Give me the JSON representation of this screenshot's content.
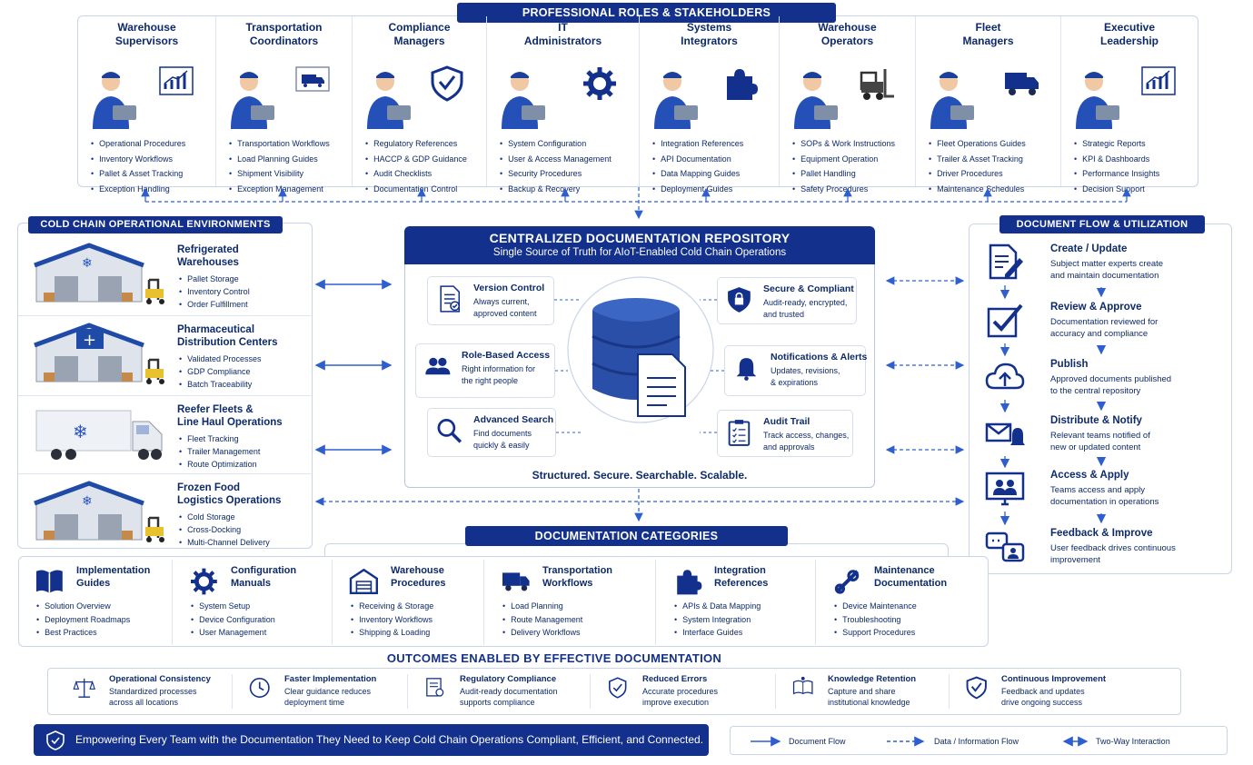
{
  "roles_section": {
    "title": "PROFESSIONAL ROLES & STAKEHOLDERS",
    "roles": [
      {
        "name": "Warehouse\nSupervisors",
        "icon": "chart-icon",
        "items": [
          "Operational Procedures",
          "Inventory Workflows",
          "Pallet & Asset Tracking",
          "Exception Handling"
        ]
      },
      {
        "name": "Transportation\nCoordinators",
        "icon": "truck-screen-icon",
        "items": [
          "Transportation Workflows",
          "Load Planning Guides",
          "Shipment Visibility",
          "Exception Management"
        ]
      },
      {
        "name": "Compliance\nManagers",
        "icon": "shield-check-icon",
        "items": [
          "Regulatory References",
          "HACCP & GDP Guidance",
          "Audit Checklists",
          "Documentation Control"
        ]
      },
      {
        "name": "IT\nAdministrators",
        "icon": "gear-icon",
        "items": [
          "System Configuration",
          "User & Access Management",
          "Security Procedures",
          "Backup & Recovery"
        ]
      },
      {
        "name": "Systems\nIntegrators",
        "icon": "puzzle-icon",
        "items": [
          "Integration References",
          "API Documentation",
          "Data Mapping Guides",
          "Deployment Guides"
        ]
      },
      {
        "name": "Warehouse\nOperators",
        "icon": "forklift-icon",
        "items": [
          "SOPs & Work Instructions",
          "Equipment Operation",
          "Pallet Handling",
          "Safety Procedures"
        ]
      },
      {
        "name": "Fleet\nManagers",
        "icon": "truck-icon",
        "items": [
          "Fleet Operations Guides",
          "Trailer & Asset Tracking",
          "Driver Procedures",
          "Maintenance Schedules"
        ]
      },
      {
        "name": "Executive\nLeadership",
        "icon": "chart-icon",
        "items": [
          "Strategic Reports",
          "KPI & Dashboards",
          "Performance Insights",
          "Decision Support"
        ]
      }
    ]
  },
  "environments": {
    "title": "COLD CHAIN OPERATIONAL ENVIRONMENTS",
    "items": [
      {
        "name": "Refrigerated\nWarehouses",
        "icon": "warehouse-icon",
        "items": [
          "Pallet Storage",
          "Inventory Control",
          "Order Fulfillment"
        ]
      },
      {
        "name": "Pharmaceutical\nDistribution Centers",
        "icon": "pharma-building-icon",
        "items": [
          "Validated Processes",
          "GDP Compliance",
          "Batch Traceability"
        ]
      },
      {
        "name": "Reefer Fleets &\nLine Haul Operations",
        "icon": "reefer-truck-icon",
        "items": [
          "Fleet Tracking",
          "Trailer Management",
          "Route Optimization"
        ]
      },
      {
        "name": "Frozen Food\nLogistics Operations",
        "icon": "frozen-warehouse-icon",
        "items": [
          "Cold Storage",
          "Cross-Docking",
          "Multi-Channel Delivery"
        ]
      }
    ]
  },
  "repository": {
    "title": "CENTRALIZED DOCUMENTATION REPOSITORY",
    "subtitle": "Single Source of Truth for AIoT-Enabled Cold Chain Operations",
    "tagline": "Structured. Secure. Searchable. Scalable.",
    "features": [
      {
        "title": "Version Control",
        "desc": "Always current,\napproved content",
        "icon": "document-check-icon"
      },
      {
        "title": "Role-Based Access",
        "desc": "Right information for\nthe right people",
        "icon": "users-icon"
      },
      {
        "title": "Advanced Search",
        "desc": "Find documents\nquickly & easily",
        "icon": "search-icon"
      },
      {
        "title": "Secure & Compliant",
        "desc": "Audit-ready, encrypted,\nand trusted",
        "icon": "lock-shield-icon"
      },
      {
        "title": "Notifications & Alerts",
        "desc": "Updates, revisions,\n& expirations",
        "icon": "bell-icon"
      },
      {
        "title": "Audit Trail",
        "desc": "Track access, changes,\nand approvals",
        "icon": "clipboard-icon"
      }
    ]
  },
  "doc_flow": {
    "title": "DOCUMENT FLOW & UTILIZATION",
    "steps": [
      {
        "title": "Create / Update",
        "desc": "Subject matter experts create\nand maintain documentation",
        "icon": "edit-document-icon"
      },
      {
        "title": "Review & Approve",
        "desc": "Documentation reviewed for\naccuracy and compliance",
        "icon": "checkbox-icon"
      },
      {
        "title": "Publish",
        "desc": "Approved documents published\nto the central repository",
        "icon": "cloud-upload-icon"
      },
      {
        "title": "Distribute & Notify",
        "desc": "Relevant teams notified of\nnew or updated content",
        "icon": "mail-bell-icon"
      },
      {
        "title": "Access & Apply",
        "desc": "Teams access and apply\ndocumentation in operations",
        "icon": "monitor-users-icon"
      },
      {
        "title": "Feedback & Improve",
        "desc": "User feedback drives continuous\nimprovement",
        "icon": "feedback-icon"
      }
    ]
  },
  "categories": {
    "title": "DOCUMENTATION CATEGORIES",
    "items": [
      {
        "name": "Implementation\nGuides",
        "icon": "book-icon",
        "items": [
          "Solution Overview",
          "Deployment Roadmaps",
          "Best Practices"
        ]
      },
      {
        "name": "Configuration\nManuals",
        "icon": "gear-icon",
        "items": [
          "System Setup",
          "Device Configuration",
          "User Management"
        ]
      },
      {
        "name": "Warehouse\nProcedures",
        "icon": "warehouse-icon",
        "items": [
          "Receiving & Storage",
          "Inventory Workflows",
          "Shipping & Loading"
        ]
      },
      {
        "name": "Transportation\nWorkflows",
        "icon": "truck-icon",
        "items": [
          "Load Planning",
          "Route Management",
          "Delivery Workflows"
        ]
      },
      {
        "name": "Integration\nReferences",
        "icon": "puzzle-icon",
        "items": [
          "APIs & Data Mapping",
          "System Integration",
          "Interface Guides"
        ]
      },
      {
        "name": "Maintenance\nDocumentation",
        "icon": "wrench-icon",
        "items": [
          "Device Maintenance",
          "Troubleshooting",
          "Support Procedures"
        ]
      }
    ]
  },
  "outcomes": {
    "title": "OUTCOMES ENABLED BY EFFECTIVE DOCUMENTATION",
    "items": [
      {
        "title": "Operational Consistency",
        "desc": "Standardized processes\nacross all locations",
        "icon": "scale-icon"
      },
      {
        "title": "Faster Implementation",
        "desc": "Clear guidance reduces\ndeployment time",
        "icon": "clock-icon"
      },
      {
        "title": "Regulatory Compliance",
        "desc": "Audit-ready documentation\nsupports compliance",
        "icon": "certificate-icon"
      },
      {
        "title": "Reduced Errors",
        "desc": "Accurate procedures\nimprove execution",
        "icon": "check-circle-icon"
      },
      {
        "title": "Knowledge Retention",
        "desc": "Capture and share\ninstitutional knowledge",
        "icon": "knowledge-icon"
      },
      {
        "title": "Continuous Improvement",
        "desc": "Feedback and updates\ndrive ongoing success",
        "icon": "shield-check-icon"
      }
    ]
  },
  "banner": {
    "text": "Empowering Every Team with the Documentation They Need to Keep Cold Chain Operations Compliant, Efficient, and Connected.",
    "icon": "shield-icon"
  },
  "legend": {
    "solid": "Document Flow",
    "dashed": "Data / Information Flow",
    "two_way": "Two-Way Interaction"
  },
  "colors": {
    "navy": "#13318c",
    "text": "#0d2a6b",
    "accent": "#2f5fcf",
    "border": "#c9d3ea"
  }
}
